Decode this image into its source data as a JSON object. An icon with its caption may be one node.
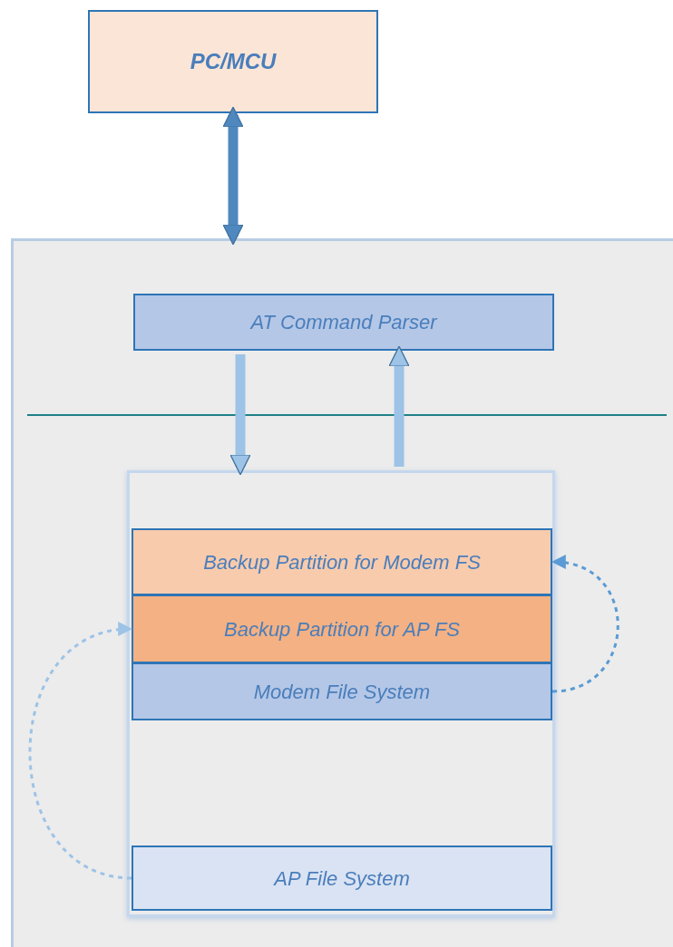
{
  "diagram": {
    "nodes": [
      {
        "text": [
          "PC/MCU"
        ]
      },
      {
        "text": [],
        "shape": "box"
      },
      {
        "text": [
          "AT Command Parser"
        ],
        "in": 1
      },
      {
        "text": [],
        "shape": "box",
        "in": 1
      },
      {
        "text": [
          "Backup Partition for Modem FS"
        ],
        "in": 3
      },
      {
        "text": [
          "Backup Partition for AP FS"
        ],
        "in": 3
      },
      {
        "text": [
          "Modem File System"
        ],
        "in": 3
      },
      {
        "text": [
          "AP File System"
        ],
        "in": 3
      }
    ],
    "edges": [
      {
        "from": 0,
        "to": 1,
        "arrow": "both",
        "color": "#4f88bf"
      },
      {
        "from": 2,
        "to": 3,
        "arrow": "to",
        "color": "#9dc3e6"
      },
      {
        "from": 3,
        "to": 2,
        "arrow": "to",
        "color": "#9dc3e6"
      },
      {
        "from": 6,
        "to": 4,
        "arrow": "to",
        "style": "dashed",
        "color": "#5b9bd5"
      },
      {
        "from": 7,
        "to": 5,
        "arrow": "to",
        "style": "dashed",
        "color": "#9dc3e6"
      }
    ]
  }
}
